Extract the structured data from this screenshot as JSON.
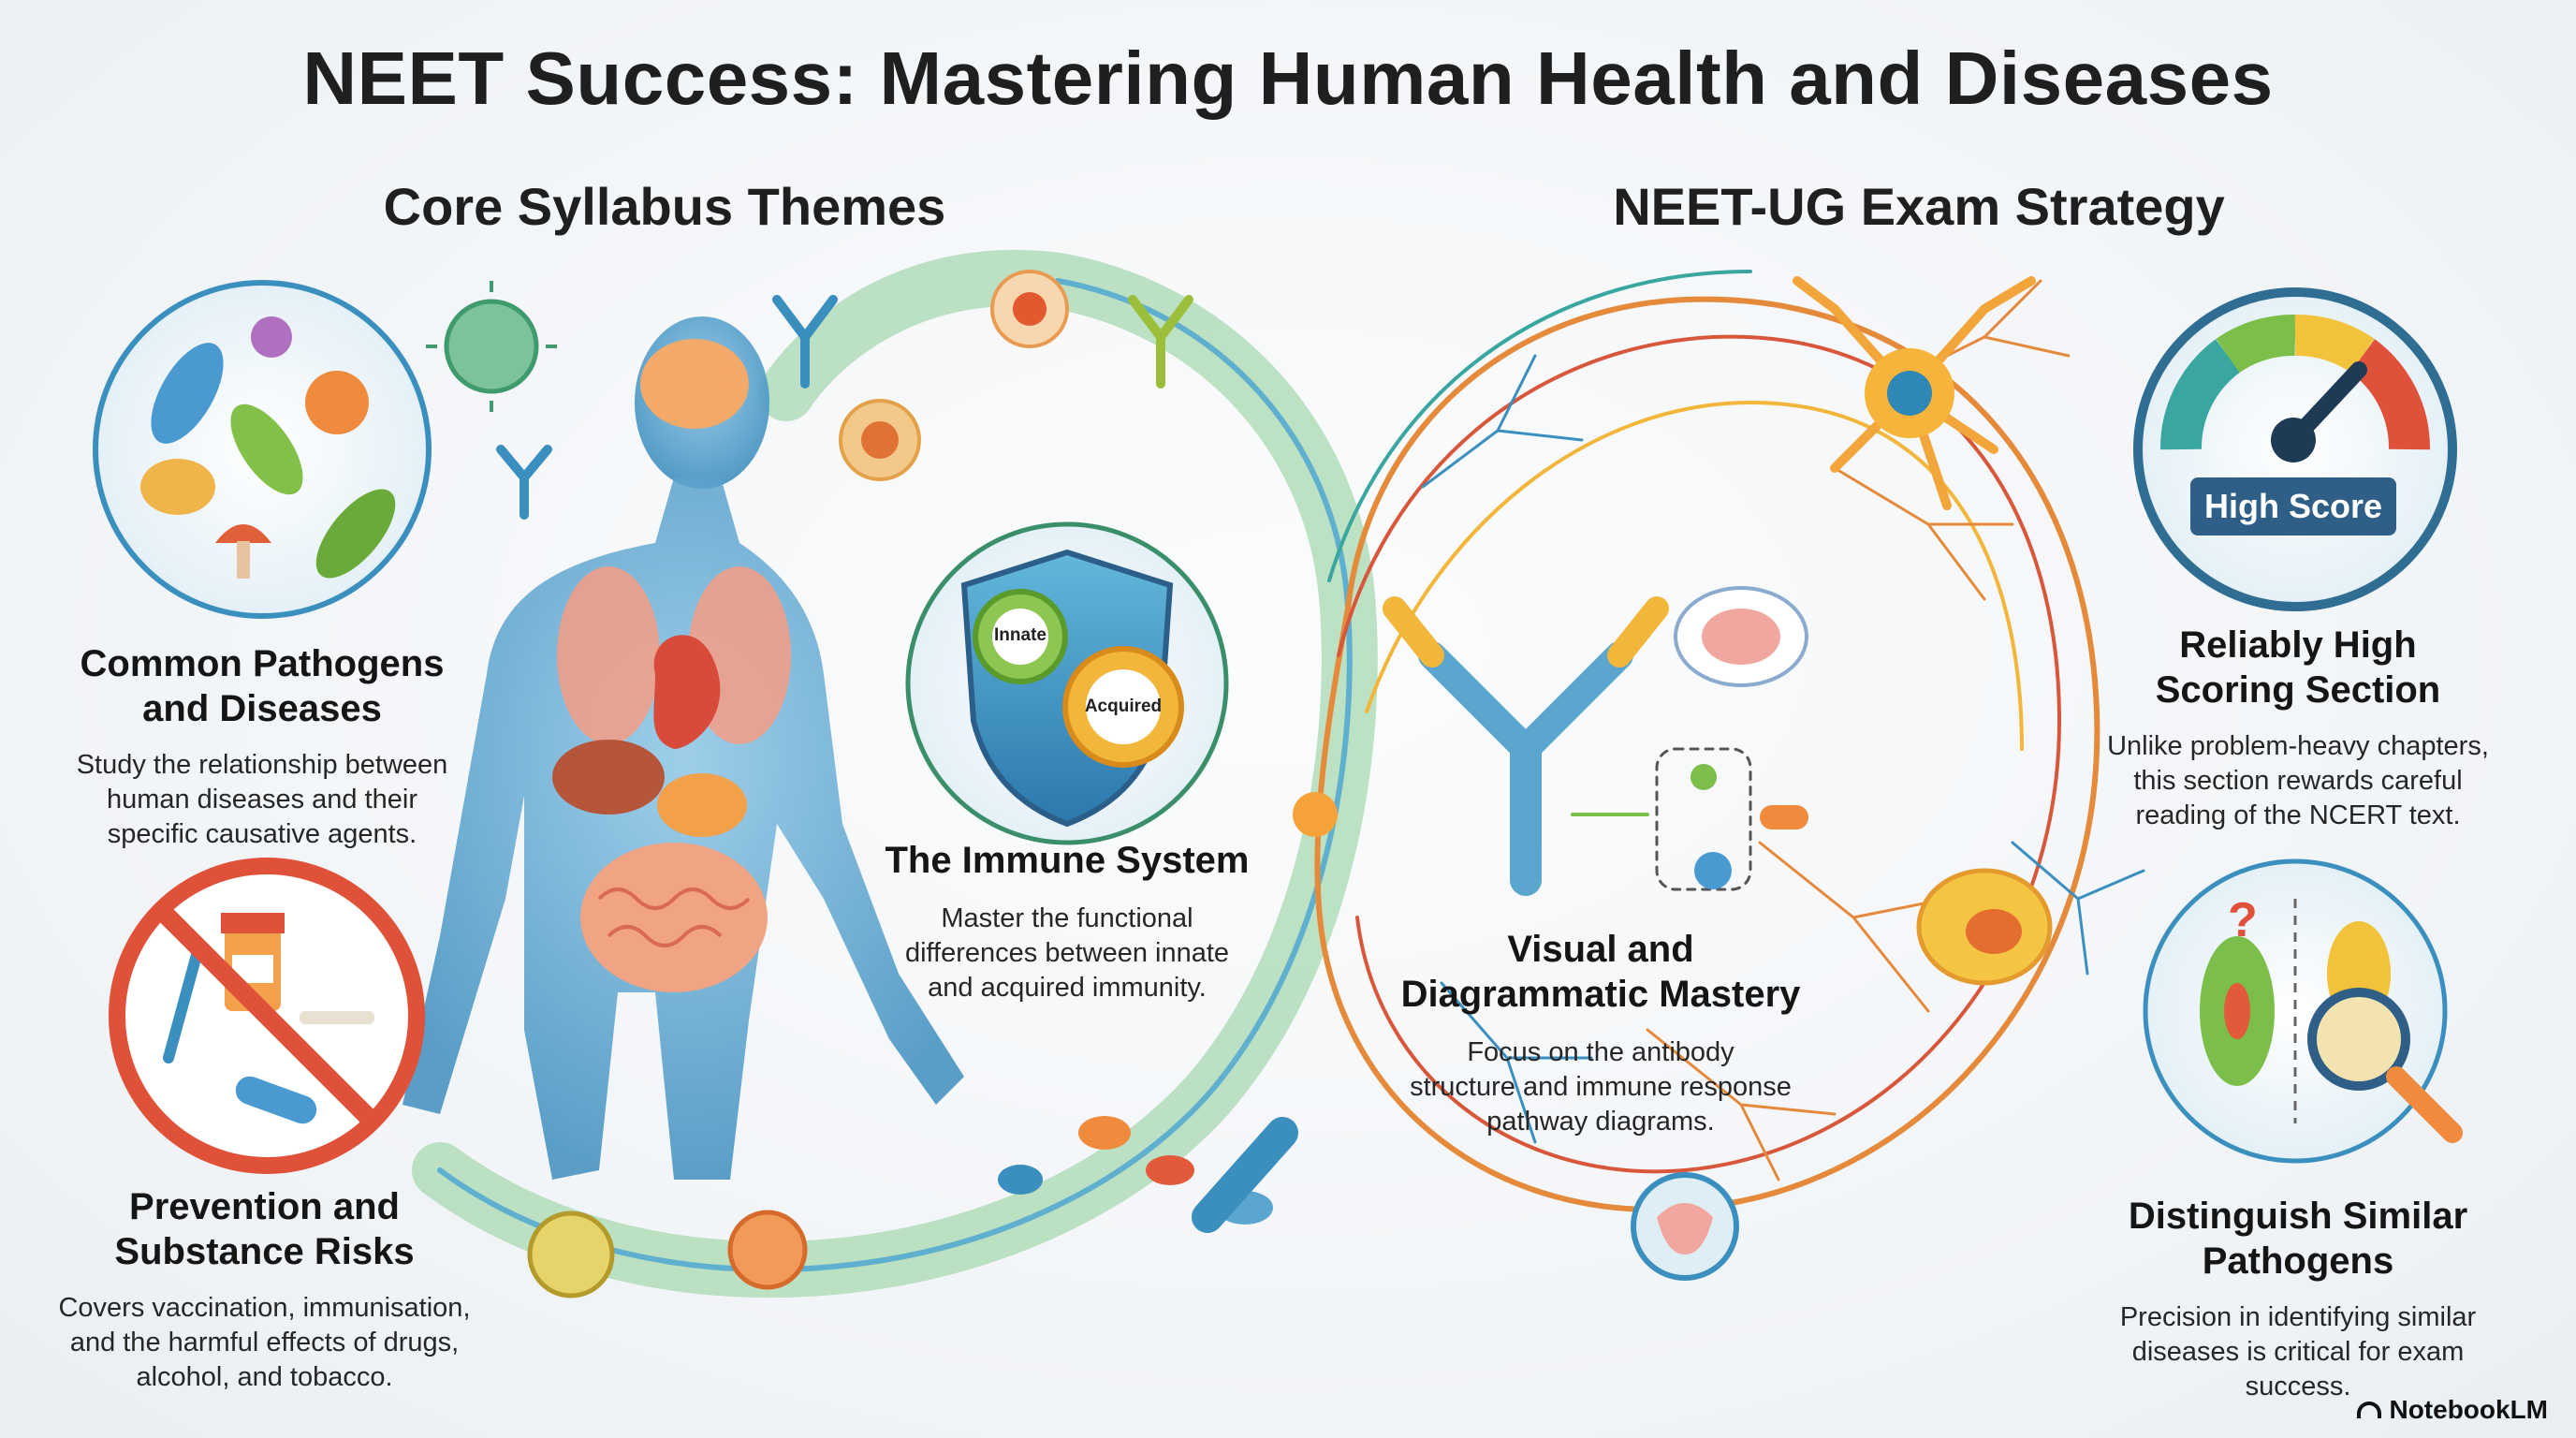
{
  "title": "NEET Success: Mastering Human Health and Diseases",
  "sections": {
    "left": "Core Syllabus Themes",
    "right": "NEET-UG Exam Strategy"
  },
  "items": [
    {
      "title": "Common Pathogens and Diseases",
      "title_lines": [
        "Common Pathogens",
        "and Diseases"
      ],
      "desc_lines": [
        "Study the relationship between",
        "human diseases and their",
        "specific causative agents."
      ]
    },
    {
      "title": "Prevention and Substance Risks",
      "title_lines": [
        "Prevention and",
        "Substance Risks"
      ],
      "desc_lines": [
        "Covers vaccination, immunisation,",
        "and the harmful effects of drugs,",
        "alcohol, and tobacco."
      ]
    },
    {
      "title": "The Immune System",
      "title_lines": [
        "The Immune System"
      ],
      "desc_lines": [
        "Master the functional",
        "differences between innate",
        "and acquired immunity."
      ]
    },
    {
      "title": "Visual and Diagrammatic Mastery",
      "title_lines": [
        "Visual and",
        "Diagrammatic Mastery"
      ],
      "desc_lines": [
        "Focus on the antibody",
        "structure and immune response",
        "pathway diagrams."
      ]
    },
    {
      "title": "Reliably High Scoring Section",
      "title_lines": [
        "Reliably High",
        "Scoring Section"
      ],
      "desc_lines": [
        "Unlike problem-heavy chapters,",
        "this section rewards careful",
        "reading of the NCERT text."
      ]
    },
    {
      "title": "Distinguish Similar Pathogens",
      "title_lines": [
        "Distinguish Similar",
        "Pathogens"
      ],
      "desc_lines": [
        "Precision in identifying similar",
        "diseases is critical for exam",
        "success."
      ]
    }
  ],
  "labels": {
    "innate": "Innate",
    "acquired": "Acquired",
    "high_score": "High Score"
  },
  "branding": "NotebookLM",
  "colors": {
    "blue": "#3b7fb8",
    "teal": "#3aa6a0",
    "orange": "#f08a3c",
    "red": "#e0513a",
    "yellow": "#f3c23d",
    "green": "#7bbf4a"
  }
}
